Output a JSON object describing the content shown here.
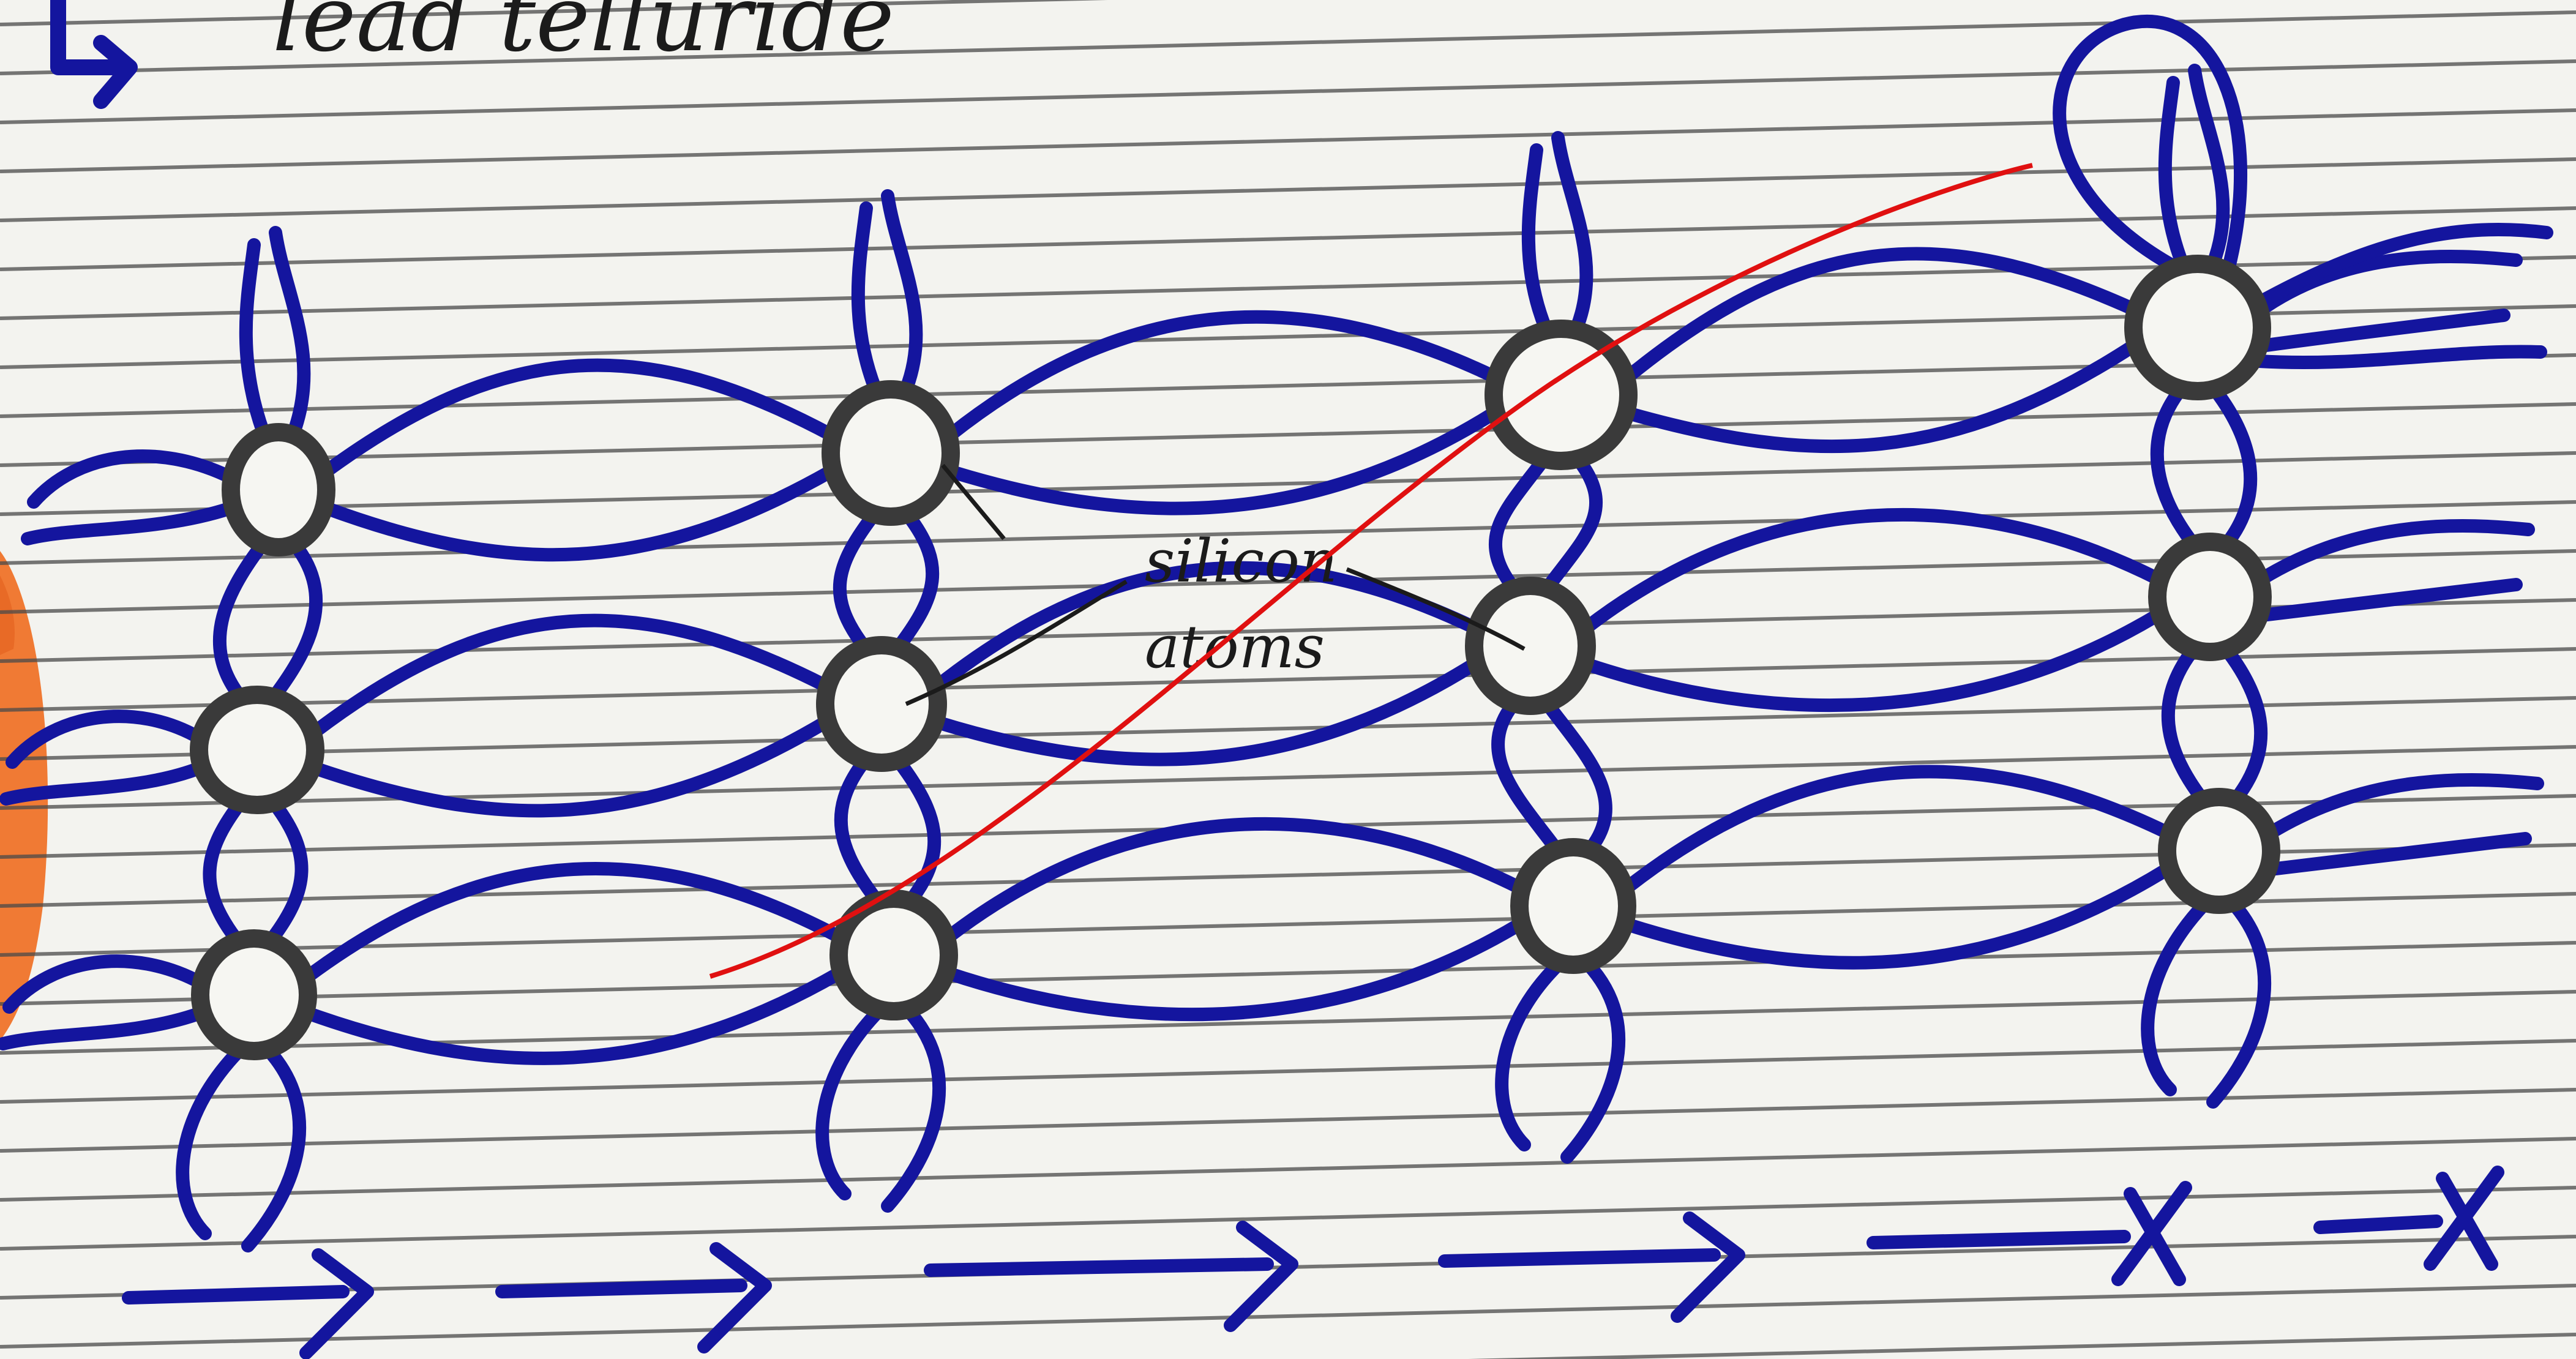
{
  "header_text": "lead telluride",
  "annotation": {
    "line1": "silicon",
    "line2": "atoms"
  },
  "colors": {
    "paper": "#f3f3ef",
    "ruled_line": "#4a4a4a",
    "bond_ink": "#14159e",
    "atom_ring": "#3a3a3a",
    "annotation_ink": "#1b1b1b",
    "red_curve": "#e01010",
    "edge_orange": "#f07a34"
  },
  "lattice": {
    "columns": 4,
    "atoms_per_column": 3,
    "label": "silicon atoms"
  },
  "bottom_marks": [
    "arrow",
    "arrow",
    "arrow",
    "arrow",
    "cross",
    "cross"
  ]
}
